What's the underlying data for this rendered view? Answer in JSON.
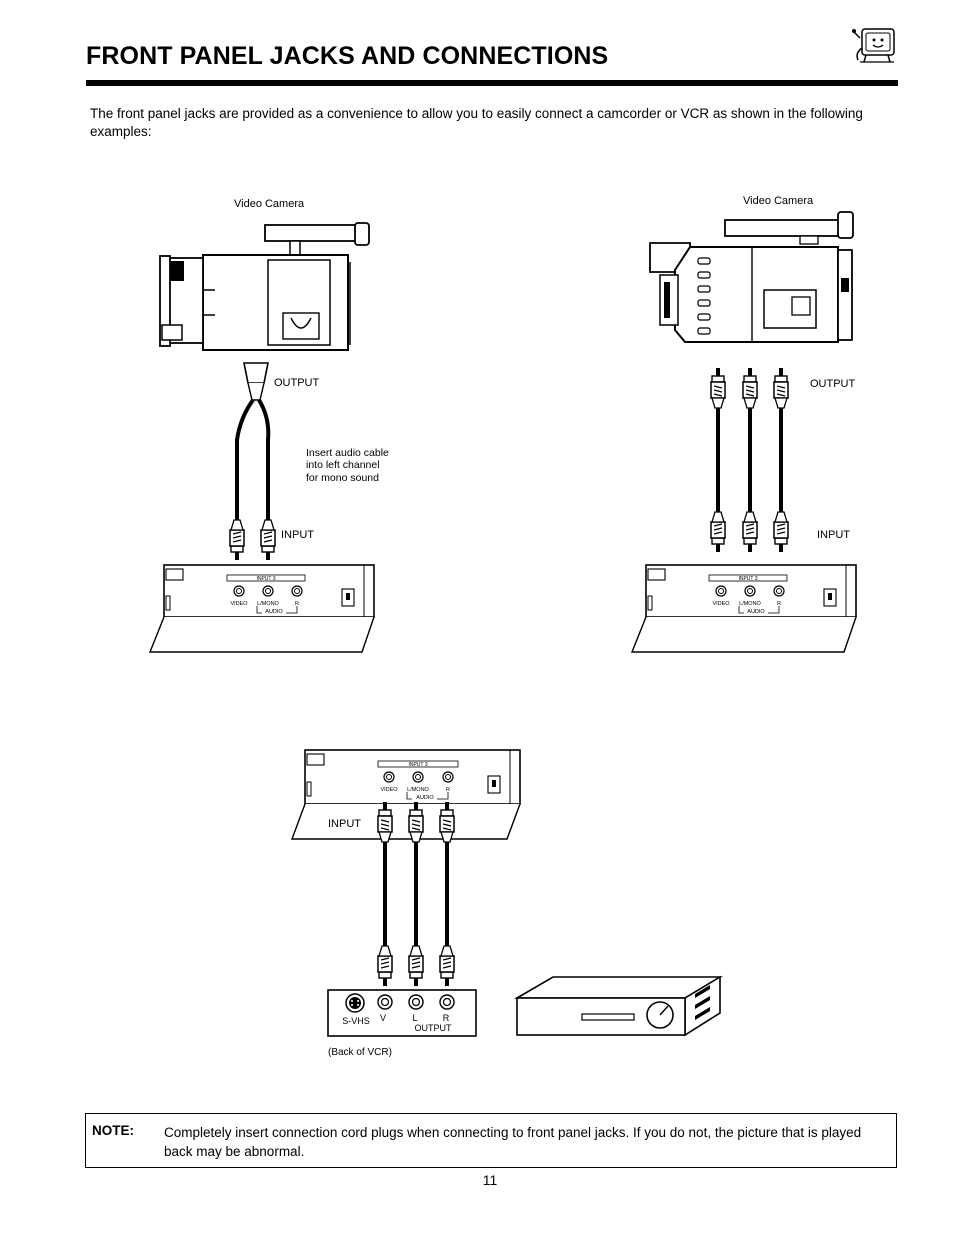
{
  "header": {
    "title": "FRONT PANEL JACKS AND CONNECTIONS",
    "corner_icon": "tv-mascot-icon"
  },
  "intro": {
    "text": "The front panel jacks are provided as a convenience to allow you to easily connect a camcorder or VCR as shown in the following examples:"
  },
  "diagram_left": {
    "camera_label": "Video Camera",
    "output_label": "OUTPUT",
    "cable_note_line1": "Insert audio cable",
    "cable_note_line2": "into left channel",
    "cable_note_line3": "for mono sound",
    "input_label": "INPUT"
  },
  "diagram_right": {
    "camera_label": "Video Camera",
    "output_label": "OUTPUT",
    "input_label": "INPUT"
  },
  "tv_panel": {
    "group_label": "INPUT 3",
    "jack_video": "VIDEO",
    "jack_lmono": "L/MONO",
    "jack_r": "R",
    "audio_label": "AUDIO"
  },
  "diagram_bottom": {
    "input_label": "INPUT",
    "vcr_svhs": "S-VHS",
    "vcr_v": "V",
    "vcr_l": "L",
    "vcr_r": "R",
    "vcr_output": "OUTPUT",
    "vcr_caption": "(Back of VCR)"
  },
  "note": {
    "label": "NOTE:",
    "text": "Completely insert connection cord plugs when connecting to front panel jacks.  If you do not, the picture that is played back may be abnormal."
  },
  "page": {
    "number": "11"
  }
}
